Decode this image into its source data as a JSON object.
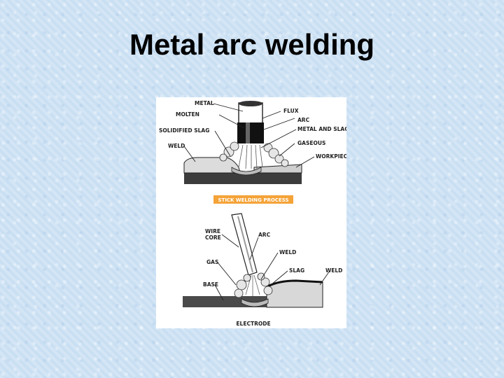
{
  "slide": {
    "title": "Metal arc welding"
  },
  "figure": {
    "top_diagram": {
      "labels": {
        "metal": "METAL",
        "molten": "MOLTEN",
        "solidified_slag": "SOLIDIFIED SLAG",
        "weld": "WELD",
        "flux": "FLUX",
        "arc": "ARC",
        "metal_and_slag": "METAL AND SLAG",
        "gaseous": "GASEOUS",
        "workpiece": "WORKPIECE"
      }
    },
    "caption": "STICK WELDING PROCESS",
    "caption_color": "#f4a338",
    "bottom_diagram": {
      "labels": {
        "wire_core": "WIRE\nCORE",
        "arc": "ARC",
        "weld": "WELD",
        "gas": "GAS",
        "slag": "SLAG",
        "weld_right": "WELD",
        "base": "BASE",
        "electrode": "ELECTRODE"
      }
    }
  }
}
